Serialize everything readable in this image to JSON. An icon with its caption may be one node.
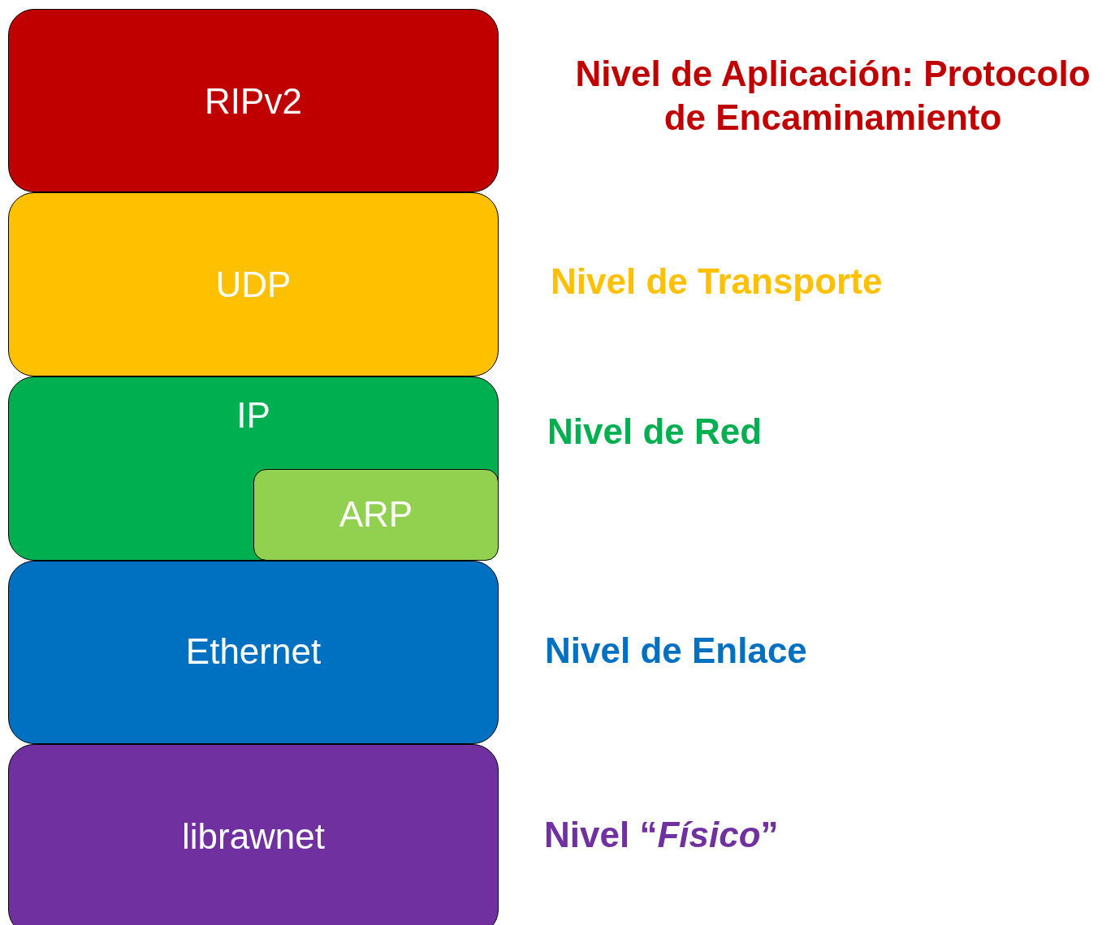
{
  "diagram": {
    "nodes": [
      {
        "text": [
          "RIPv2"
        ],
        "beside": [
          "Nivel de Aplicación: Protocolo de Encaminamiento"
        ]
      },
      {
        "text": [
          "UDP"
        ],
        "beside": [
          "Nivel de Transporte"
        ]
      },
      {
        "text": [
          "IP"
        ],
        "beside": [
          "Nivel de Red"
        ]
      },
      {
        "text": [
          "ARP"
        ],
        "in": 2
      },
      {
        "text": [
          "Ethernet"
        ],
        "beside": [
          "Nivel de Enlace"
        ]
      },
      {
        "text": [
          "librawnet"
        ],
        "beside": [
          "Nivel “*Físico*”"
        ]
      }
    ]
  }
}
